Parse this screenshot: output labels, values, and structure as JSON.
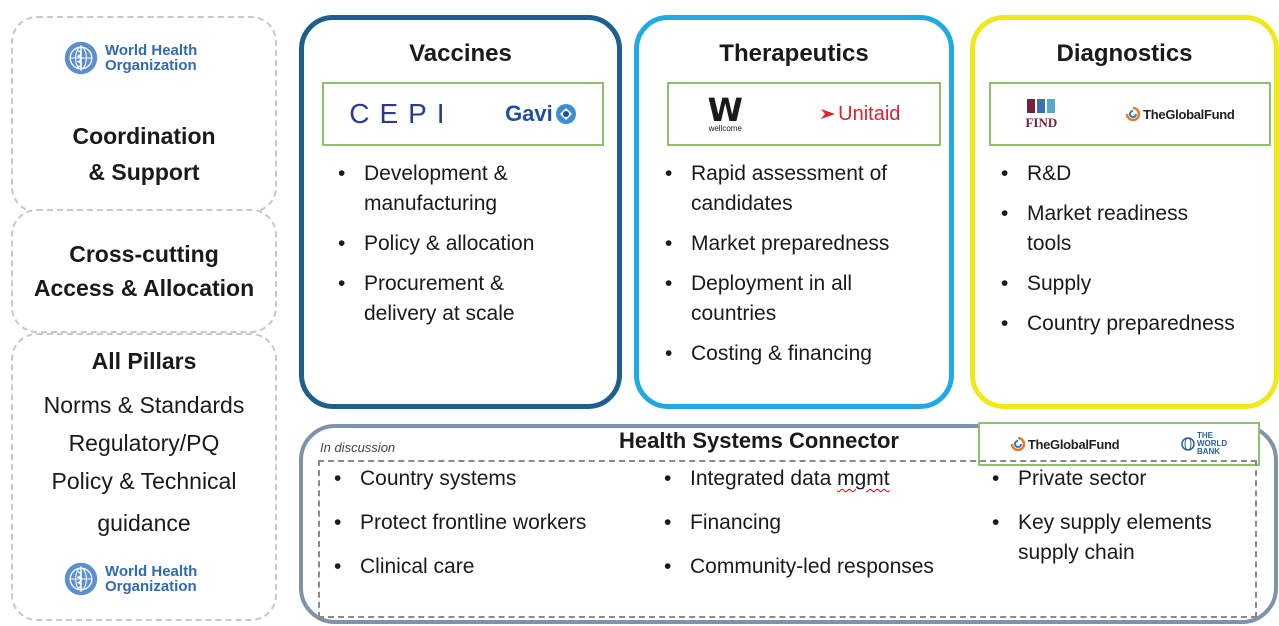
{
  "coordination": {
    "logo_line1": "World Health",
    "logo_line2": "Organization",
    "title_line1": "Coordination",
    "title_line2": "& Support"
  },
  "cross_cutting": {
    "title_line1": "Cross-cutting",
    "title_line2": "Access & Allocation"
  },
  "all_pillars": {
    "title": "All Pillars",
    "lines": [
      "Norms & Standards",
      "Regulatory/PQ",
      "Policy & Technical",
      "guidance"
    ],
    "logo_line1": "World Health",
    "logo_line2": "Organization"
  },
  "vaccines": {
    "title": "Vaccines",
    "logos": [
      "CEPI",
      "Gavi"
    ],
    "items": [
      [
        "Development &",
        "manufacturing"
      ],
      [
        "Policy & allocation"
      ],
      [
        "Procurement &",
        "delivery at scale"
      ]
    ],
    "border_color": "#1d5f8f"
  },
  "therapeutics": {
    "title": "Therapeutics",
    "logos": [
      "W",
      "wellcome",
      "Unitaid"
    ],
    "items": [
      [
        "Rapid assessment of",
        "candidates"
      ],
      [
        "Market preparedness"
      ],
      [
        "Deployment in all",
        "countries"
      ],
      [
        "Costing & financing"
      ]
    ],
    "border_color": "#21a9e6"
  },
  "diagnostics": {
    "title": "Diagnostics",
    "logos": [
      "FIND",
      "TheGlobalFund"
    ],
    "items": [
      [
        "R&D"
      ],
      [
        "Market readiness",
        "tools"
      ],
      [
        "Supply"
      ],
      [
        "Country preparedness"
      ]
    ],
    "border_color": "#f0e81a"
  },
  "health_systems": {
    "title": "Health Systems Connector",
    "logos": [
      "TheGlobalFund",
      "THE",
      "WORLD",
      "BANK"
    ],
    "discussion_label": "In discussion",
    "col1": [
      "Country systems",
      "Protect frontline workers",
      "Clinical care"
    ],
    "col2_item1_a": "Integrated data ",
    "col2_item1_b": "mgmt",
    "col2": [
      "Financing",
      "Community-led responses"
    ],
    "col3": [
      [
        "Private sector"
      ],
      [
        "Key supply elements",
        "supply chain"
      ]
    ],
    "border_color": "#7f92a8"
  }
}
